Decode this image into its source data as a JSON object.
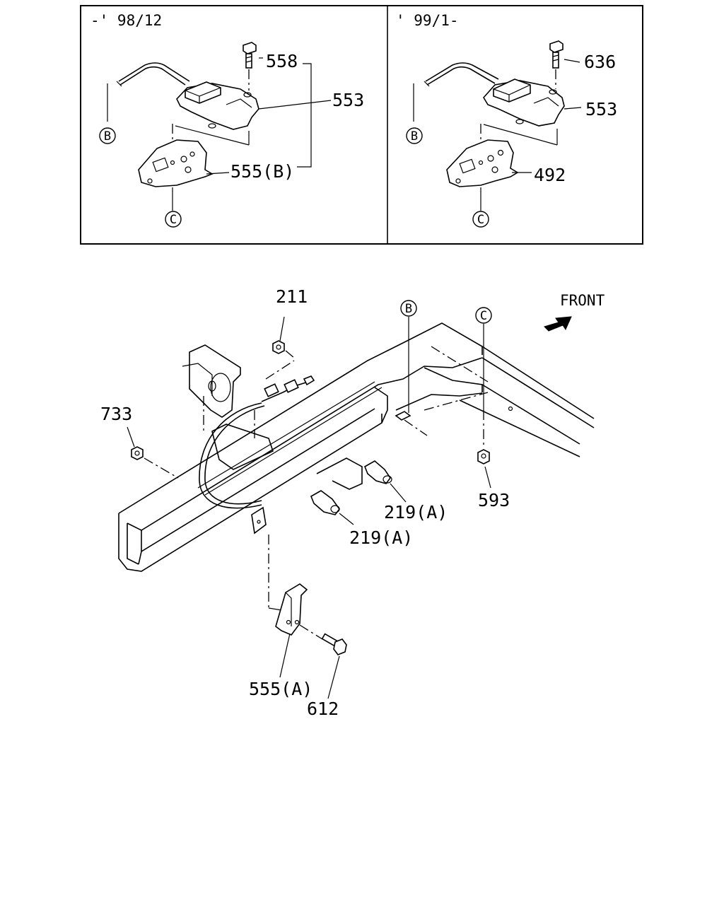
{
  "inset": {
    "left_panel": {
      "period": "-' 98/12",
      "labels": {
        "bolt": "558",
        "actuator": "553",
        "bracket": "555(B)",
        "circle_b": "B",
        "circle_c": "C"
      }
    },
    "right_panel": {
      "period": "' 99/1-",
      "labels": {
        "bolt": "636",
        "actuator": "553",
        "bracket": "492",
        "circle_b": "B",
        "circle_c": "C"
      }
    }
  },
  "main": {
    "front_label": "FRONT",
    "labels": {
      "nut_top": "211",
      "nut_left": "733",
      "nut_right": "593",
      "clip_upper": "219(A)",
      "clip_lower": "219(A)",
      "bracket_lower": "555(A)",
      "bolt_lower": "612",
      "circle_b": "B",
      "circle_c": "C"
    }
  }
}
